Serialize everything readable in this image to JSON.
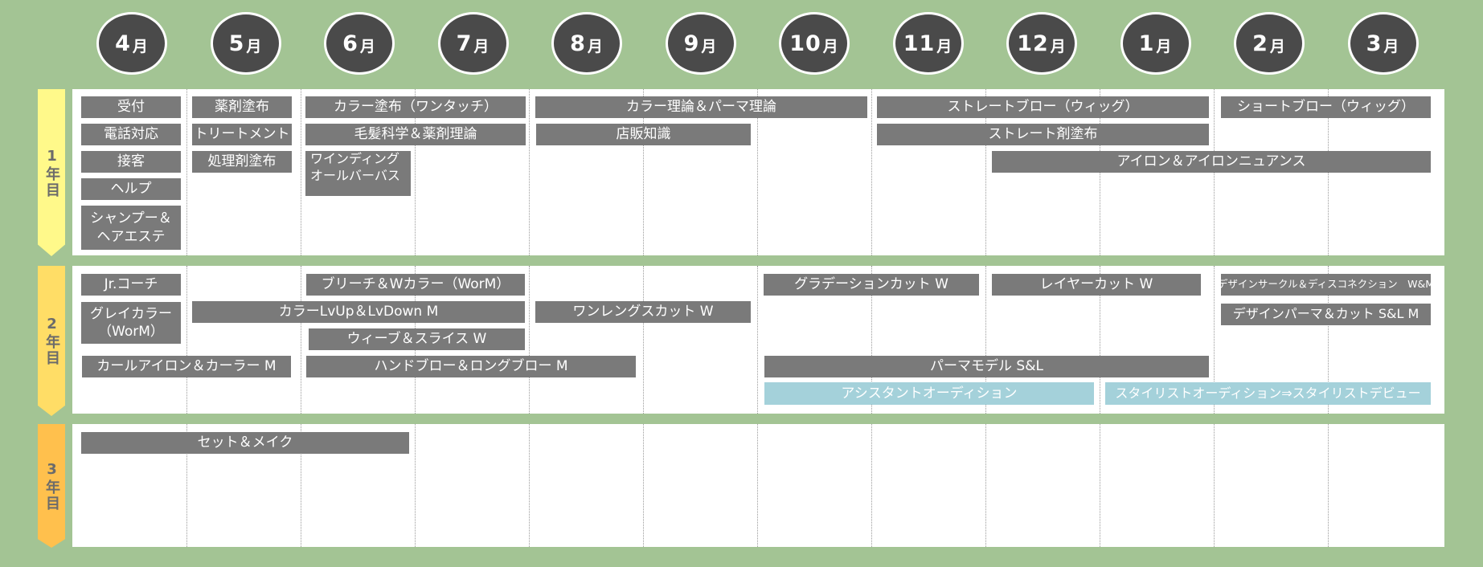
{
  "months": [
    {
      "num": "4",
      "suffix": "月"
    },
    {
      "num": "5",
      "suffix": "月"
    },
    {
      "num": "6",
      "suffix": "月"
    },
    {
      "num": "7",
      "suffix": "月"
    },
    {
      "num": "8",
      "suffix": "月"
    },
    {
      "num": "9",
      "suffix": "月"
    },
    {
      "num": "10",
      "suffix": "月"
    },
    {
      "num": "11",
      "suffix": "月"
    },
    {
      "num": "12",
      "suffix": "月"
    },
    {
      "num": "1",
      "suffix": "月"
    },
    {
      "num": "2",
      "suffix": "月"
    },
    {
      "num": "3",
      "suffix": "月"
    }
  ],
  "years": [
    {
      "label": "1年目",
      "color": "#fff98a"
    },
    {
      "label": "2年目",
      "color": "#ffdd66"
    },
    {
      "label": "3年目",
      "color": "#ffc04d"
    }
  ],
  "colors": {
    "background": "#a3c494",
    "bar": "#7a7a7a",
    "audition": "#a4d1da",
    "circle": "#4a4a4a"
  },
  "year1": {
    "uketsuke": "受付",
    "denwa": "電話対応",
    "sekkyaku": "接客",
    "help": "ヘルプ",
    "shampoo_1": "シャンプー＆",
    "shampoo_2": "ヘアエステ",
    "yakuzai": "薬剤塗布",
    "treatment": "トリートメント",
    "shorizai": "処理剤塗布",
    "color_touch": "カラー塗布（ワンタッチ）",
    "mohatsu": "毛髪科学＆薬剤理論",
    "winding_1": "ワインディング",
    "winding_2": "オールバーバス",
    "color_perm": "カラー理論＆パーマ理論",
    "tenpan": "店販知識",
    "straight_blow": "ストレートブロー（ウィッグ）",
    "straight_zai": "ストレート剤塗布",
    "iron": "アイロン＆アイロンニュアンス",
    "short_blow": "ショートブロー（ウィッグ）"
  },
  "year2": {
    "jr_coach": "Jr.コーチ",
    "gray_1": "グレイカラー",
    "gray_2": "（WorM）",
    "curl_iron": "カールアイロン＆カーラー M",
    "bleach": "ブリーチ＆Wカラー（WorM）",
    "color_lv": "カラーLvUp＆LvDown M",
    "weave": "ウィーブ＆スライス W",
    "hand_blow": "ハンドブロー＆ロングブロー M",
    "one_length": "ワンレングスカット W",
    "gradation": "グラデーションカット W",
    "layer": "レイヤーカット W",
    "perm_model": "パーマモデル S&L",
    "assistant_audition": "アシスタントオーディション",
    "design_circle": "デザインサークル＆ディスコネクション　W&M",
    "design_perm": "デザインパーマ＆カット S&L M",
    "stylist_audition": "スタイリストオーディション⇒スタイリストデビュー"
  },
  "year3": {
    "set_make": "セット＆メイク"
  }
}
